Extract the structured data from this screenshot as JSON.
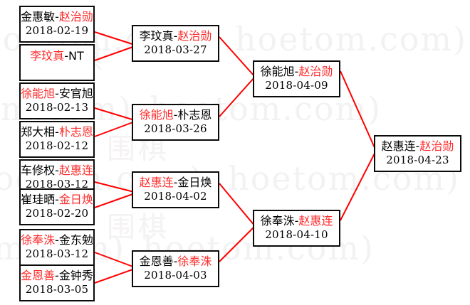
{
  "meta": {
    "title": "Go tournament bracket",
    "line_color": "#ff0000",
    "winner_color": "#ff2a2a",
    "loser_color": "#000000",
    "box_border_color": "#0a0a0a",
    "background": "#ffffff"
  },
  "watermark": {
    "text": "hoetom.com)",
    "text_cn": "围棋",
    "color": "#f2f2f2"
  },
  "rounds": [
    {
      "name": "round-1",
      "matches": [
        {
          "id": "r1m1",
          "left": "金惠敏",
          "right": "赵治勋",
          "winner": "right",
          "date": "2018-02-19"
        },
        {
          "id": "r1m2",
          "left": "李玟真",
          "right": "NT",
          "winner": "left",
          "date": ""
        },
        {
          "id": "r1m3",
          "left": "徐能旭",
          "right": "安官旭",
          "winner": "left",
          "date": "2018-02-13"
        },
        {
          "id": "r1m4",
          "left": "郑大相",
          "right": "朴志恩",
          "winner": "right",
          "date": "2018-02-12"
        },
        {
          "id": "r1m5",
          "left": "车修权",
          "right": "赵惠连",
          "winner": "right",
          "date": "2018-03-12"
        },
        {
          "id": "r1m6",
          "left": "崔珪晒",
          "right": "金日焕",
          "winner": "right",
          "date": "2018-02-20"
        },
        {
          "id": "r1m7",
          "left": "徐奉洙",
          "right": "金东勉",
          "winner": "left",
          "date": "2018-03-12"
        },
        {
          "id": "r1m8",
          "left": "金恩善",
          "right": "金钟秀",
          "winner": "left",
          "date": "2018-03-05"
        }
      ]
    },
    {
      "name": "round-2",
      "matches": [
        {
          "id": "r2m1",
          "left": "李玟真",
          "right": "赵治勋",
          "winner": "right",
          "date": "2018-03-27"
        },
        {
          "id": "r2m2",
          "left": "徐能旭",
          "right": "朴志恩",
          "winner": "left",
          "date": "2018-03-26"
        },
        {
          "id": "r2m3",
          "left": "赵惠连",
          "right": "金日焕",
          "winner": "left",
          "date": "2018-04-02"
        },
        {
          "id": "r2m4",
          "left": "金恩善",
          "right": "徐奉洙",
          "winner": "right",
          "date": "2018-04-03"
        }
      ]
    },
    {
      "name": "semifinal",
      "matches": [
        {
          "id": "r3m1",
          "left": "徐能旭",
          "right": "赵治勋",
          "winner": "right",
          "date": "2018-04-09"
        },
        {
          "id": "r3m2",
          "left": "徐奉洙",
          "right": "赵惠连",
          "winner": "right",
          "date": "2018-04-10"
        }
      ]
    },
    {
      "name": "final",
      "matches": [
        {
          "id": "r4m1",
          "left": "赵惠连",
          "right": "赵治勋",
          "winner": "right",
          "date": "2018-04-23"
        }
      ]
    }
  ]
}
